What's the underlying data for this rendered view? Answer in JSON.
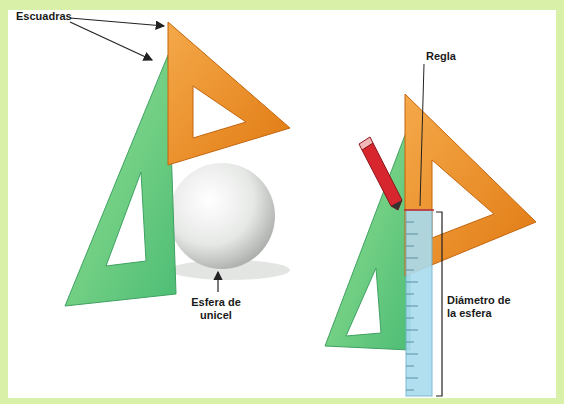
{
  "diagram": {
    "labels": [
      "Escuadras",
      "Esfera de unicel",
      "Regla",
      "Diámetro de la esfera"
    ]
  }
}
